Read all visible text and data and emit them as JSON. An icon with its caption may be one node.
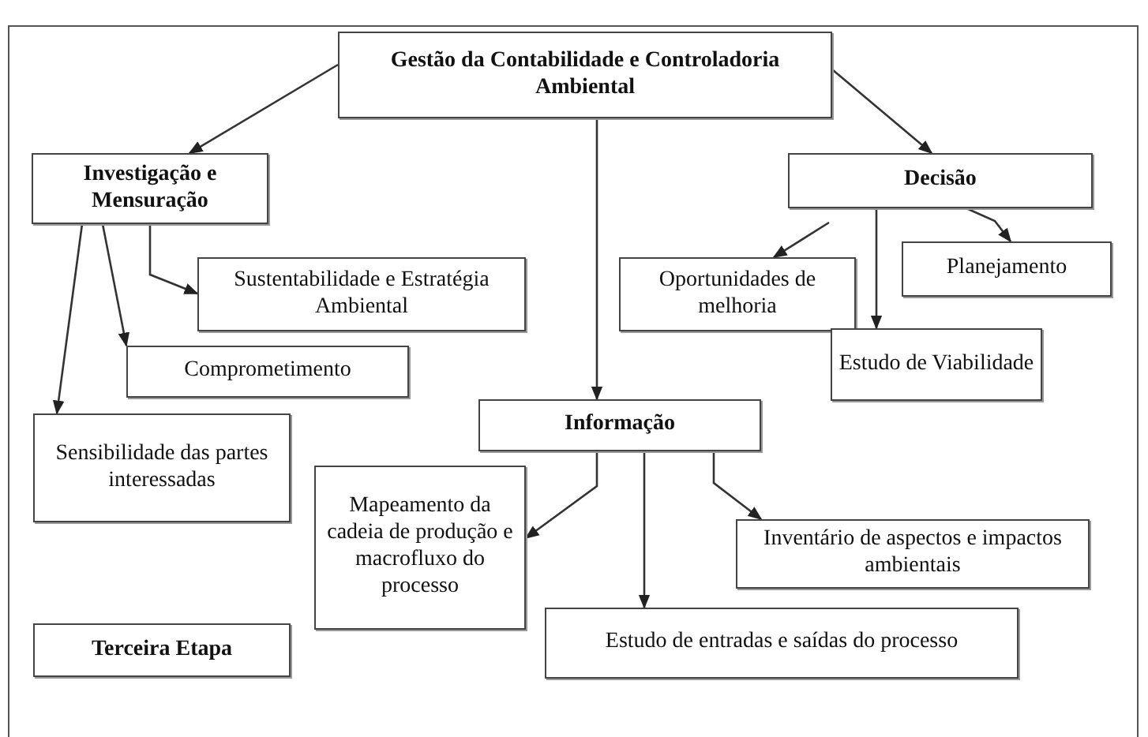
{
  "diagram": {
    "nodes": [
      {
        "text": [
          "Gestão da Contabilidade e Controladoria Ambiental"
        ]
      },
      {
        "text": [
          "Investigação e Mensuração"
        ]
      },
      {
        "text": [
          "Decisão"
        ]
      },
      {
        "text": [
          "Sustentabilidade e Estratégia Ambiental"
        ]
      },
      {
        "text": [
          "Oportunidades de melhoria"
        ]
      },
      {
        "text": [
          "Planejamento"
        ]
      },
      {
        "text": [
          "Comprometimento"
        ]
      },
      {
        "text": [
          "Estudo de Viabilidade"
        ]
      },
      {
        "text": [
          "Informação"
        ]
      },
      {
        "text": [
          "Sensibilidade das partes interessadas"
        ]
      },
      {
        "text": [
          "Mapeamento da cadeia de produção e macrofluxo do processo"
        ]
      },
      {
        "text": [
          "Inventário de aspectos e impactos ambientais"
        ]
      },
      {
        "text": [
          "Terceira Etapa"
        ]
      },
      {
        "text": [
          "Estudo de entradas e saídas do processo"
        ]
      }
    ],
    "edges": [
      {
        "from": 0,
        "to": 1,
        "arrow": "to"
      },
      {
        "from": 0,
        "to": 2,
        "arrow": "to"
      },
      {
        "from": 0,
        "to": 8,
        "arrow": "to"
      },
      {
        "from": 1,
        "to": 3,
        "arrow": "to"
      },
      {
        "from": 1,
        "to": 6,
        "arrow": "to"
      },
      {
        "from": 1,
        "to": 9,
        "arrow": "to"
      },
      {
        "from": 2,
        "to": 4,
        "arrow": "to"
      },
      {
        "from": 2,
        "to": 7,
        "arrow": "to"
      },
      {
        "from": 2,
        "to": 5,
        "arrow": "to"
      },
      {
        "from": 8,
        "to": 10,
        "arrow": "to"
      },
      {
        "from": 8,
        "to": 13,
        "arrow": "to"
      },
      {
        "from": 8,
        "to": 11,
        "arrow": "to"
      }
    ]
  }
}
